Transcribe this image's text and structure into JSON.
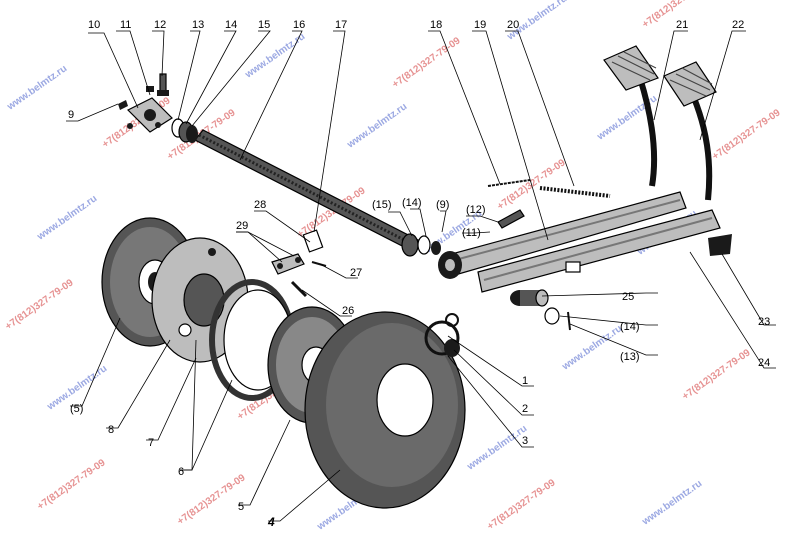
{
  "callouts": [
    {
      "id": "c10",
      "text": "10"
    },
    {
      "id": "c11",
      "text": "11"
    },
    {
      "id": "c12",
      "text": "12"
    },
    {
      "id": "c13",
      "text": "13"
    },
    {
      "id": "c14",
      "text": "14"
    },
    {
      "id": "c15",
      "text": "15"
    },
    {
      "id": "c16",
      "text": "16"
    },
    {
      "id": "c17",
      "text": "17"
    },
    {
      "id": "c18",
      "text": "18"
    },
    {
      "id": "c19",
      "text": "19"
    },
    {
      "id": "c20",
      "text": "20"
    },
    {
      "id": "c21",
      "text": "21"
    },
    {
      "id": "c22",
      "text": "22"
    },
    {
      "id": "c9",
      "text": "9"
    },
    {
      "id": "c28",
      "text": "28"
    },
    {
      "id": "c29",
      "text": "29"
    },
    {
      "id": "c27",
      "text": "27"
    },
    {
      "id": "c26",
      "text": "26"
    },
    {
      "id": "c15p",
      "text": "(15)"
    },
    {
      "id": "c14p",
      "text": "(14)"
    },
    {
      "id": "c9p",
      "text": "(9)"
    },
    {
      "id": "c12p",
      "text": "(12)"
    },
    {
      "id": "c11p",
      "text": "(11)"
    },
    {
      "id": "c25",
      "text": "25"
    },
    {
      "id": "c14p2",
      "text": "(14)"
    },
    {
      "id": "c13p",
      "text": "(13)"
    },
    {
      "id": "c23",
      "text": "23"
    },
    {
      "id": "c24",
      "text": "24"
    },
    {
      "id": "c1",
      "text": "1"
    },
    {
      "id": "c2",
      "text": "2"
    },
    {
      "id": "c3",
      "text": "3"
    },
    {
      "id": "c5p",
      "text": "(5)"
    },
    {
      "id": "c8",
      "text": "8"
    },
    {
      "id": "c7",
      "text": "7"
    },
    {
      "id": "c6",
      "text": "6"
    },
    {
      "id": "c5",
      "text": "5"
    },
    {
      "id": "c4",
      "text": "4"
    }
  ],
  "watermarks": {
    "site": "www.belmtz.ru",
    "phone": "+7(812)327-79-09"
  },
  "colors": {
    "ink": "#000000",
    "watermark_red": "#d23a3a",
    "watermark_blue": "#5a6fd0",
    "background": "#ffffff"
  }
}
